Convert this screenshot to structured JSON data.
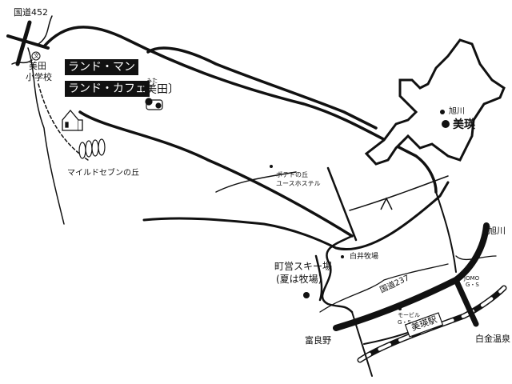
{
  "route452": "国道452",
  "school": {
    "icon": "文",
    "name_line1": "美田",
    "name_line2": "小学校"
  },
  "shop": {
    "line1": "ランド・マン",
    "line2": "ランド・カフェ"
  },
  "mita": {
    "name": "〔美田〕",
    "furigana": "みた"
  },
  "mild_seven_hill": "マイルドセブンの丘",
  "potato_hill": {
    "line1": "ポテトの丘",
    "line2": "ユースホステル"
  },
  "inset": {
    "asahikawa": "旭川",
    "biei": "美瑛"
  },
  "asahikawa": "旭川",
  "shirai_farm": "白井牧場",
  "ski": {
    "line1": "町営スキー場",
    "line2": "(夏は牧場)"
  },
  "route237": "国道237",
  "jomo": {
    "line1": "JOMO",
    "line2": "G・S"
  },
  "mobil": {
    "line1": "モービル",
    "line2": "G・S"
  },
  "station": "美瑛駅",
  "furano": "富良野",
  "shirogane": "白金温泉"
}
